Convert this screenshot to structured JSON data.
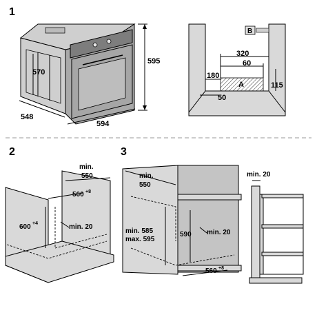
{
  "steps": {
    "step1": "1",
    "step2": "2",
    "step3": "3"
  },
  "fig1": {
    "height_595": "595",
    "depth_570": "570",
    "depth_548": "548",
    "width_594": "594",
    "dim_320": "320",
    "dim_60": "60",
    "dim_180": "180",
    "dim_50": "50",
    "dim_115": "115",
    "label_a": "A",
    "label_b": "B"
  },
  "fig2": {
    "min_label": "min.",
    "min_550": "550",
    "width_560": "560",
    "width_560_sup": "+8",
    "height_600": "600",
    "height_600_sup": "+4",
    "min_20": "min. 20"
  },
  "fig3": {
    "min_label": "min.",
    "min_550": "550",
    "min_585": "min. 585",
    "max_595": "max. 595",
    "height_590": "590",
    "min_20_inner": "min. 20",
    "width_560": "560",
    "width_560_sup": "+8",
    "min_20_side": "min. 20"
  }
}
